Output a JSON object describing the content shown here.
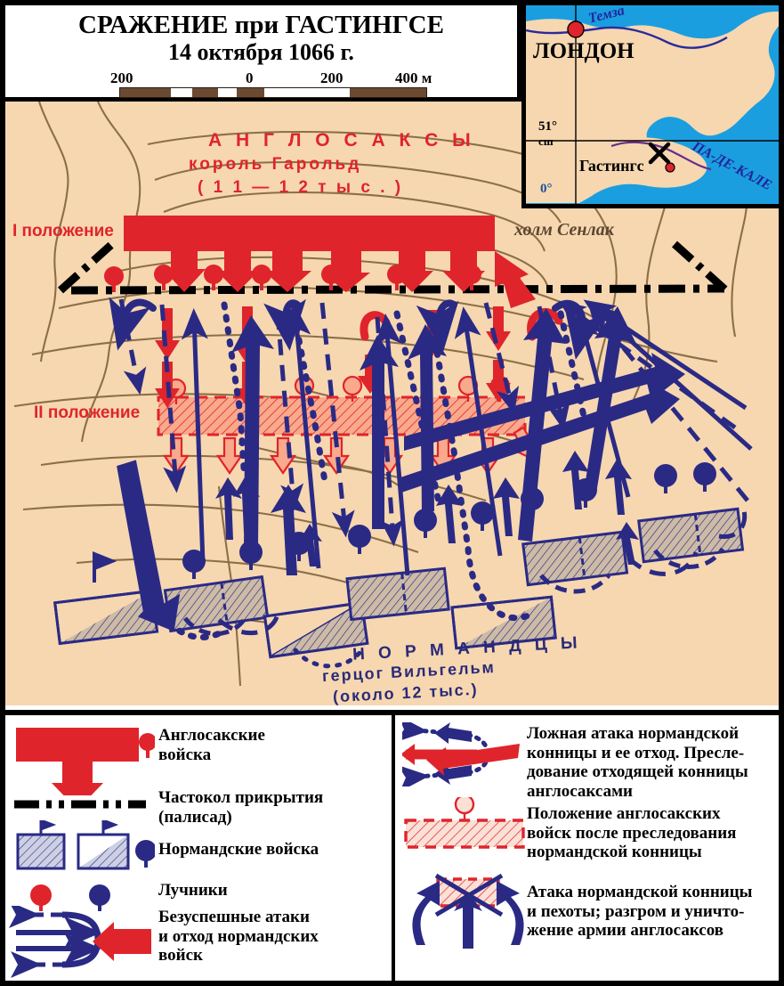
{
  "title": {
    "line1": "СРАЖЕНИЕ при ГАСТИНГСЕ",
    "line2": "14 октября 1066 г."
  },
  "scale": {
    "ticks": [
      "200",
      "0",
      "200",
      "400 м"
    ],
    "unit": "м",
    "bar_color": "#6b4a32"
  },
  "inset": {
    "london": "ЛОНДОН",
    "hastings": "Гастингс",
    "thames": "Темза",
    "channel": "ПА-ДЕ-КАЛЕ",
    "latitude": "51°",
    "latitude_sub": "сш",
    "longitude": "0°",
    "sea_color": "#1a9ee0",
    "land_color": "#f6d7b0"
  },
  "map": {
    "anglosaxons_title": "А Н Г Л О С А К С Ы",
    "anglosaxons_leader": "король Гарольд",
    "anglosaxons_strength": "( 1 1 — 1 2 т ы с . )",
    "normans_title": "Н О Р М А Н Д Ц Ы",
    "normans_leader": "герцог Вильгельм",
    "normans_strength": "(около 12 тыс.)",
    "position_1": "I положение",
    "position_2": "II положение",
    "hill": "холм Сенлак",
    "background_color": "#f6d7b0",
    "contour_color": "#8b6f47",
    "anglosaxon_color": "#e0242b",
    "norman_color": "#2a2a85"
  },
  "legend": {
    "left": [
      {
        "id": "anglosaxon-troops",
        "label": "Англосакские\nвойска"
      },
      {
        "id": "palisade",
        "label": "Частокол прикрытия\n(палисад)"
      },
      {
        "id": "norman-troops",
        "label": "Нормандские войска"
      },
      {
        "id": "archers",
        "label": "Лучники"
      },
      {
        "id": "failed-attacks",
        "label": "Безуспешные атаки\nи отход нормандских\nвойск"
      }
    ],
    "right": [
      {
        "id": "feint-attack",
        "label": "Ложная атака нормандской\nконницы и ее отход. Пресле-\nдование отходящей конницы\nанглосаксами"
      },
      {
        "id": "anglosaxon-after-pursuit",
        "label": "Положение англосакских\nвойск после преследования\nнормандской конницы"
      },
      {
        "id": "final-attack",
        "label": "Атака нормандской конницы\nи пехоты; разгром и уничто-\nжение армии англосаксов"
      }
    ]
  }
}
